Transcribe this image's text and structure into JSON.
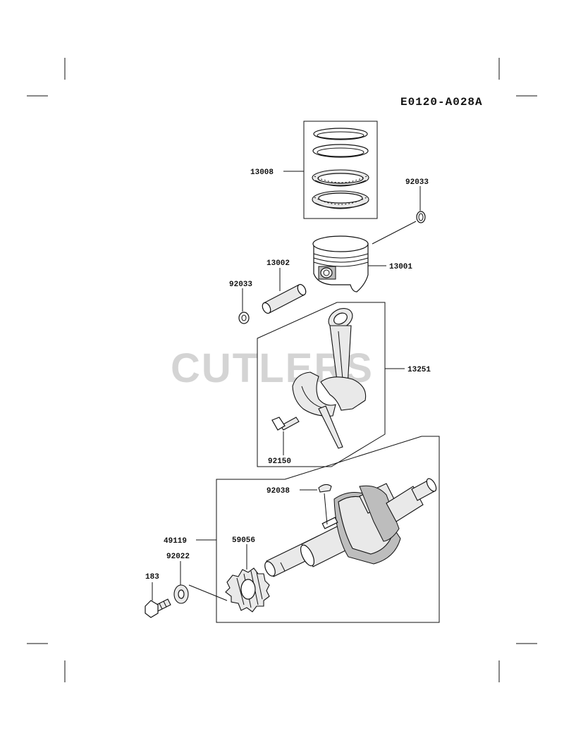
{
  "diagram_code": "E0120-A028A",
  "watermark": "CUTLERS",
  "parts": {
    "rings": "13008",
    "clip_top": "92033",
    "piston": "13001",
    "pin": "13002",
    "clip_left": "92033",
    "conrod": "13251",
    "rod_bolt": "92150",
    "key": "92038",
    "crankshaft": "49119",
    "gear": "59056",
    "washer": "92022",
    "bolt": "183"
  }
}
